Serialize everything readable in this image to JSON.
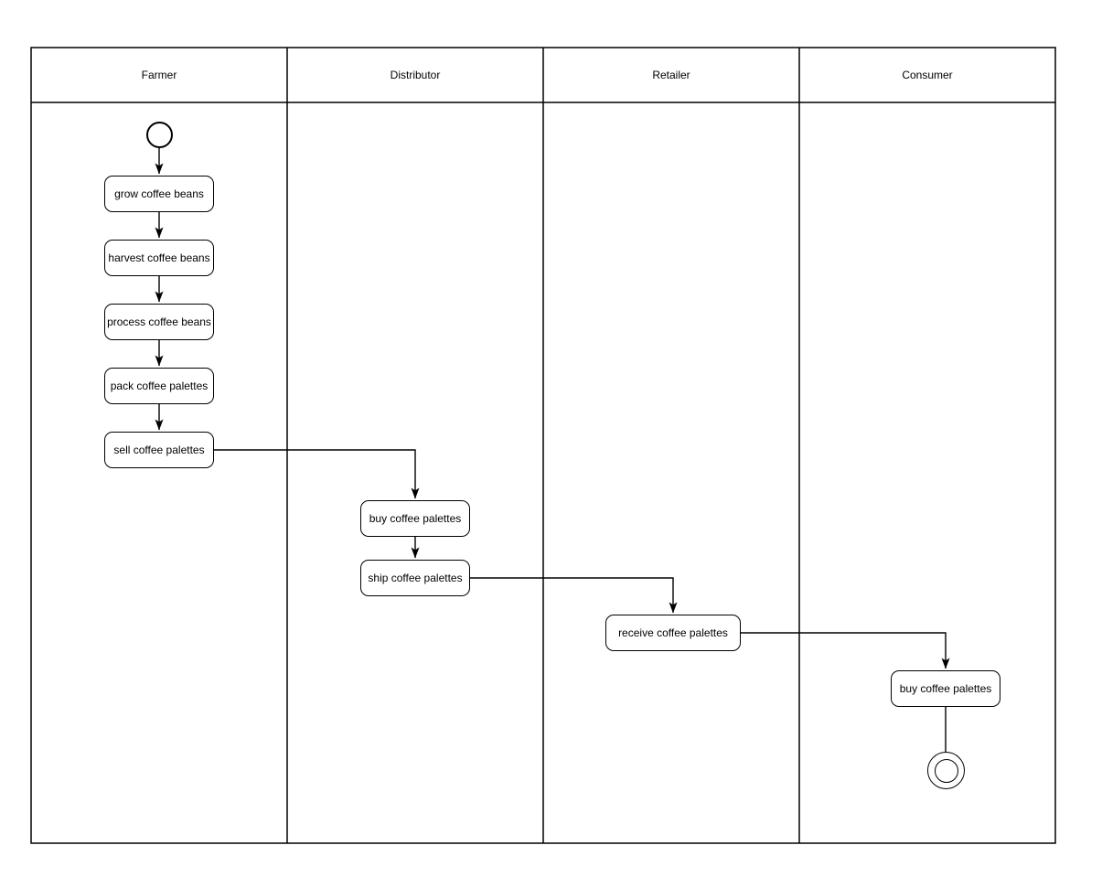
{
  "diagram": {
    "type": "swimlane-activity-diagram",
    "colors": {
      "stroke": "#000000",
      "fill": "#ffffff",
      "text": "#000000",
      "background": "#ffffff"
    },
    "lanes": [
      {
        "label": "Farmer"
      },
      {
        "label": "Distributor"
      },
      {
        "label": "Retailer"
      },
      {
        "label": "Consumer"
      }
    ],
    "nodes": [
      {
        "id": "start",
        "type": "initial-node",
        "lane": "Farmer",
        "label": ""
      },
      {
        "id": "grow-coffee-beans",
        "type": "activity",
        "lane": "Farmer",
        "label": "grow coffee beans"
      },
      {
        "id": "harvest-coffee-beans",
        "type": "activity",
        "lane": "Farmer",
        "label": "harvest coffee beans"
      },
      {
        "id": "process-coffee-beans",
        "type": "activity",
        "lane": "Farmer",
        "label": "process coffee beans"
      },
      {
        "id": "pack-coffee-palettes",
        "type": "activity",
        "lane": "Farmer",
        "label": "pack coffee palettes"
      },
      {
        "id": "sell-coffee-palettes",
        "type": "activity",
        "lane": "Farmer",
        "label": "sell coffee palettes"
      },
      {
        "id": "buy-coffee-palettes-distributor",
        "type": "activity",
        "lane": "Distributor",
        "label": "buy coffee palettes"
      },
      {
        "id": "ship-coffee-palettes",
        "type": "activity",
        "lane": "Distributor",
        "label": "ship coffee palettes"
      },
      {
        "id": "receive-coffee-palettes",
        "type": "activity",
        "lane": "Retailer",
        "label": "receive coffee palettes"
      },
      {
        "id": "buy-coffee-palettes-consumer",
        "type": "activity",
        "lane": "Consumer",
        "label": "buy coffee palettes"
      },
      {
        "id": "end",
        "type": "final-node",
        "lane": "Consumer",
        "label": ""
      }
    ],
    "edges": [
      {
        "from": "start",
        "to": "grow-coffee-beans",
        "arrowhead": true
      },
      {
        "from": "grow-coffee-beans",
        "to": "harvest-coffee-beans",
        "arrowhead": true
      },
      {
        "from": "harvest-coffee-beans",
        "to": "process-coffee-beans",
        "arrowhead": true
      },
      {
        "from": "process-coffee-beans",
        "to": "pack-coffee-palettes",
        "arrowhead": true
      },
      {
        "from": "pack-coffee-palettes",
        "to": "sell-coffee-palettes",
        "arrowhead": true
      },
      {
        "from": "sell-coffee-palettes",
        "to": "buy-coffee-palettes-distributor",
        "arrowhead": true
      },
      {
        "from": "buy-coffee-palettes-distributor",
        "to": "ship-coffee-palettes",
        "arrowhead": true
      },
      {
        "from": "ship-coffee-palettes",
        "to": "receive-coffee-palettes",
        "arrowhead": true
      },
      {
        "from": "receive-coffee-palettes",
        "to": "buy-coffee-palettes-consumer",
        "arrowhead": true
      },
      {
        "from": "buy-coffee-palettes-consumer",
        "to": "end",
        "arrowhead": false
      }
    ]
  }
}
